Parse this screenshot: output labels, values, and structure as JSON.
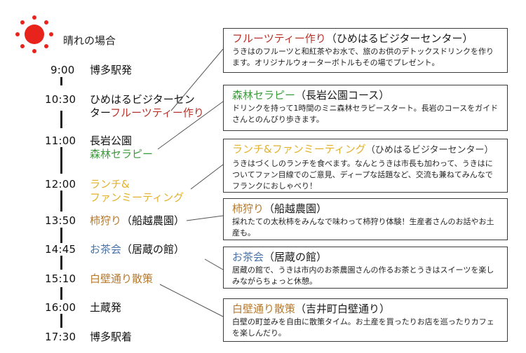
{
  "header": {
    "weather_label": "晴れの場合"
  },
  "schedule": [
    {
      "time": "9:00",
      "place": "博多駅発",
      "activity": ""
    },
    {
      "time": "10:30",
      "place": "ひめはるビジターセン",
      "place2": "ター",
      "activity": "フルーツティー作り"
    },
    {
      "time": "11:00",
      "place": "長岩公園",
      "activity": "森林セラピー"
    },
    {
      "time": "12:00",
      "place": "",
      "activity": "ランチ&",
      "activity2": "ファンミーティング"
    },
    {
      "time": "13:50",
      "activity": "柿狩り",
      "place": "（船越農園）"
    },
    {
      "time": "14:45",
      "activity": "お茶会",
      "place": "（居蔵の館）"
    },
    {
      "time": "15:10",
      "activity": "白壁通り散策",
      "place": ""
    },
    {
      "time": "16:00",
      "place": "土蔵発",
      "activity": ""
    },
    {
      "time": "17:30",
      "place": "博多駅着",
      "activity": ""
    }
  ],
  "details": [
    {
      "title": "フルーツティー作り",
      "location": "（ひめはるビジターセンター）",
      "body": "うきはのフルーツと和紅茶やお水で、旅のお供のデトックスドリンクを作ります。オリジナルウォーターボトルもその場でプレゼント。"
    },
    {
      "title": "森林セラピー",
      "location": "（長岩公園コース）",
      "body": "ドリンクを持って1時間のミニ森林セラピースタート。長岩のコースをガイドさんとのんびり歩きます。"
    },
    {
      "title": "ランチ&ファンミーティング",
      "location": "（ひめはるビジターセンター）",
      "body": "うきはづくしのランチを食べます。なんとうきは市長も加わって、うきはについてファン目線でのご意見、ディープな話題など、交流も兼ねてみんなでフランクにおしゃべり！"
    },
    {
      "title": "柿狩り",
      "location": "（船越農園）",
      "body": "採れたての太秋柿をみんなで味わって柿狩り体験！生産者さんのお話やお土産も。"
    },
    {
      "title": "お茶会",
      "location": "（居蔵の館）",
      "body": "居蔵の館で、うきは市内のお茶農園さんの作るお茶とうきはスイーツを楽しみながらちょっと休憩。"
    },
    {
      "title": "白壁通り散策",
      "location": "（吉井町白壁通り）",
      "body": "白壁の町並みを自由に散策タイム。お土産を買ったりお店を巡ったりカフェを楽しんだり。"
    }
  ],
  "colors": {
    "sun": "#e8231b",
    "fruit": "#b5332a",
    "forest": "#3c9a3c",
    "lunch": "#e2b12c",
    "persimmon": "#b77a2d",
    "tea": "#4a74a8",
    "walk": "#b77a2d"
  },
  "icons": {
    "weather": "sun-icon"
  }
}
